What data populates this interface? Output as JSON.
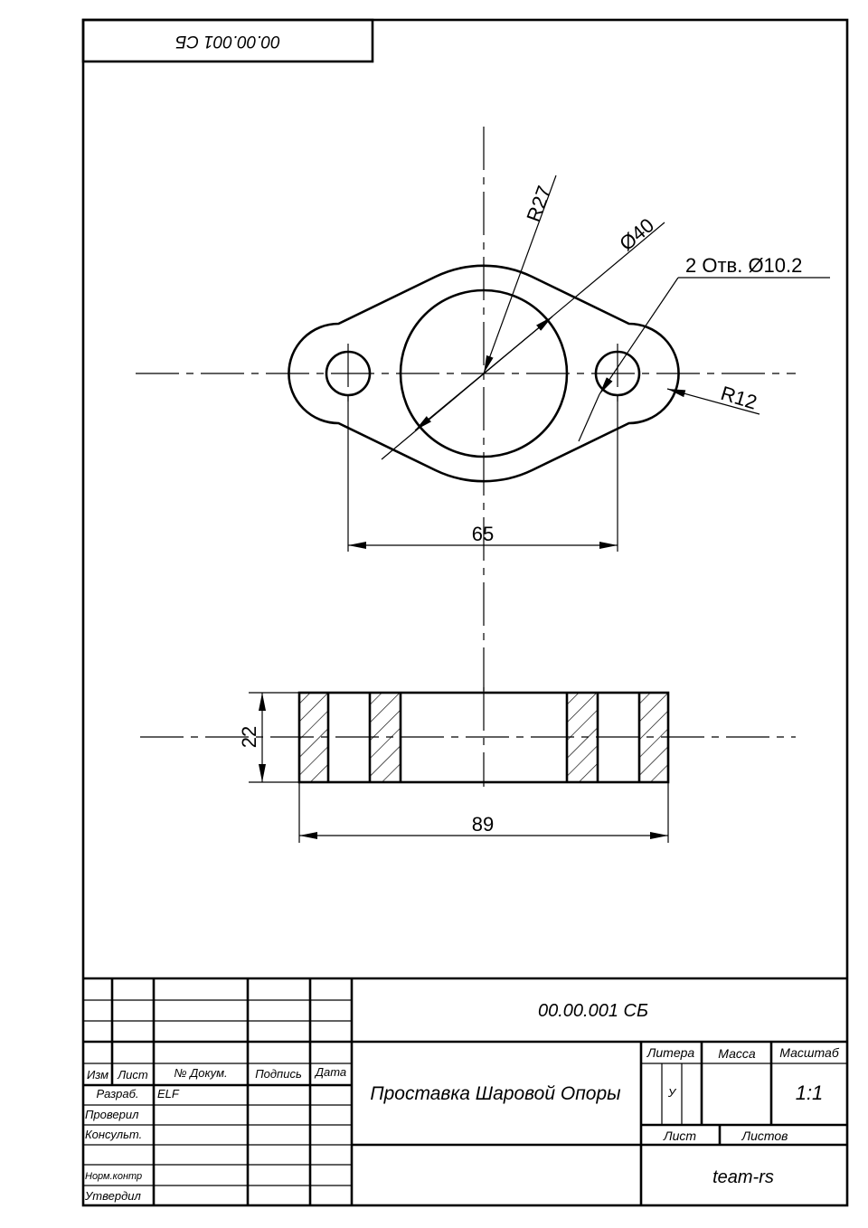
{
  "stamp_top": "00.00.001 СБ",
  "dimensions": {
    "radius_large": "R27",
    "diameter_bore": "Ø40",
    "holes": "2 Отв. Ø10.2",
    "radius_small": "R12",
    "hole_spacing": "65",
    "thickness": "22",
    "overall_length": "89"
  },
  "title_block": {
    "designation": "00.00.001 СБ",
    "name": "Проставка Шаровой Опоры",
    "litera_label": "Литера",
    "litera_value": "У",
    "mass_label": "Масса",
    "scale_label": "Масштаб",
    "scale_value": "1:1",
    "sheet_label": "Лист",
    "sheets_label": "Листов",
    "company": "team-rs",
    "col_izm": "Изм",
    "col_list": "Лист",
    "col_doc": "№ Докум.",
    "col_sign": "Подпись",
    "col_date": "Дата",
    "row_razrab": "Разраб.",
    "razrab_name": "ELF",
    "row_proveril": "Проверил",
    "row_konsult": "Консульт.",
    "row_normkontr": "Норм.контр",
    "row_utverdil": "Утвердил"
  }
}
